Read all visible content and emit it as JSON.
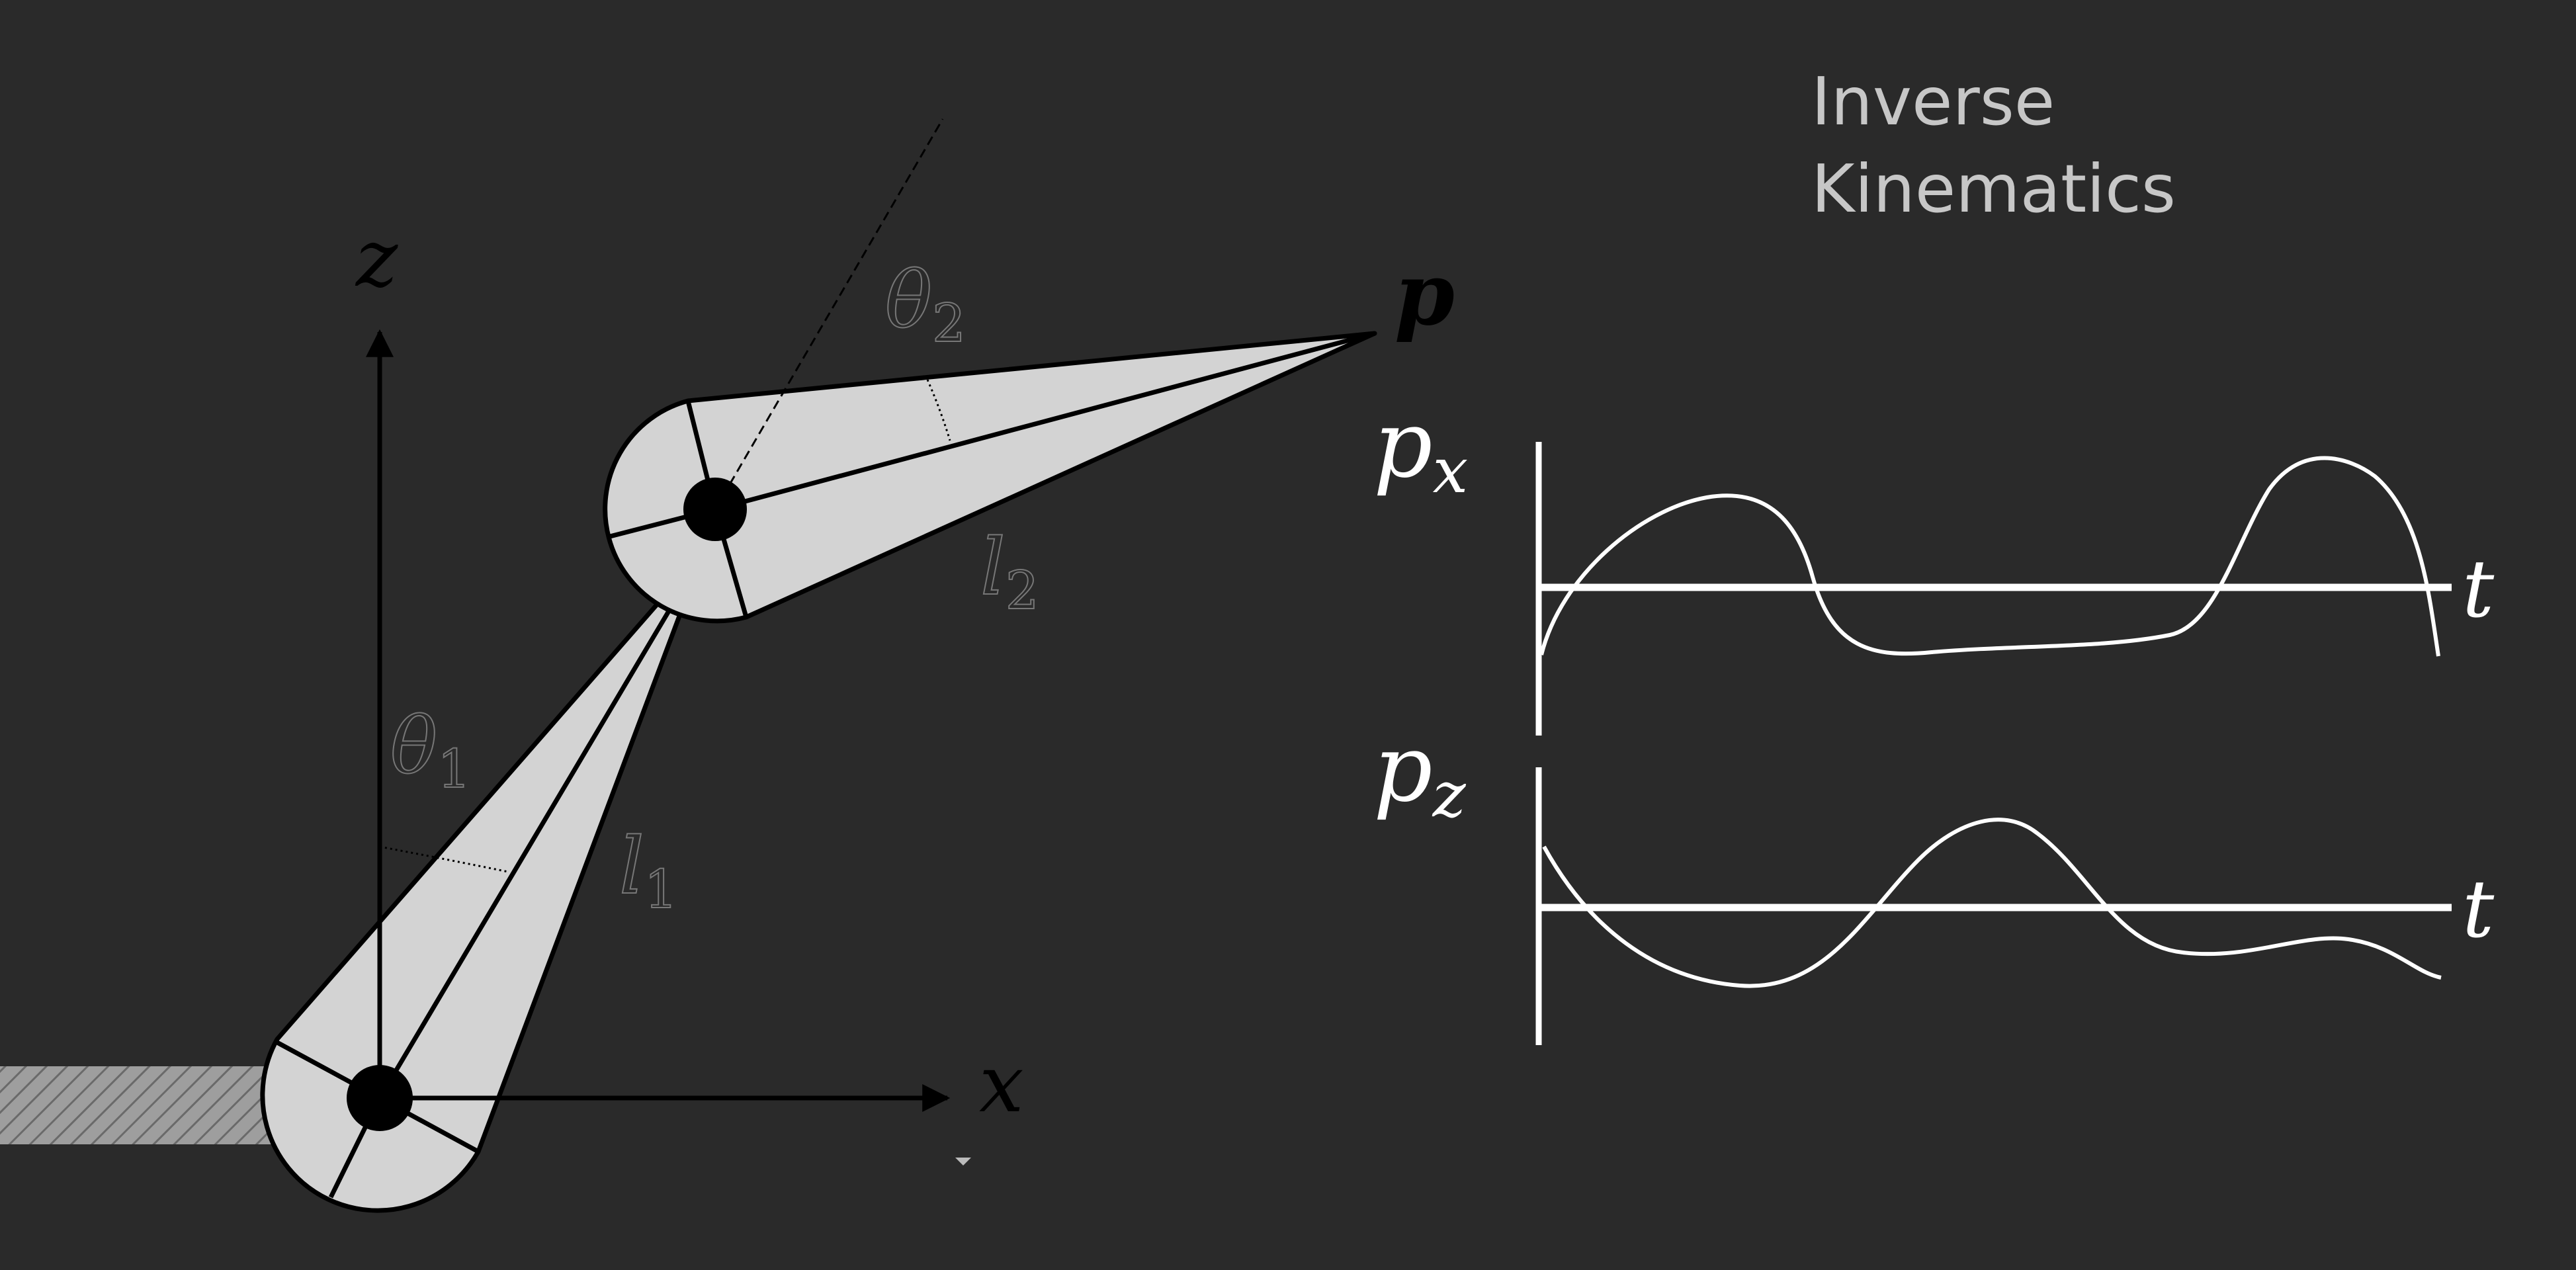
{
  "title": {
    "line1": "Inverse",
    "line2": "Kinematics"
  },
  "arm": {
    "axis_z": "z",
    "axis_x": "x",
    "theta1": "θ",
    "theta1_sub": "1",
    "theta2": "θ",
    "theta2_sub": "2",
    "l1": "l",
    "l1_sub": "1",
    "l2": "l",
    "l2_sub": "2",
    "end_point": "p"
  },
  "plots": {
    "px": {
      "var": "p",
      "sub": "x",
      "t": "t"
    },
    "pz": {
      "var": "p",
      "sub": "z",
      "t": "t"
    }
  },
  "colors": {
    "background": "#2a2a2a",
    "link_fill": "#d3d3d3",
    "outline": "#000000",
    "plot_line": "#ffffff",
    "label_gray": "#9a9a9a",
    "title_text": "#c7c7c7"
  }
}
